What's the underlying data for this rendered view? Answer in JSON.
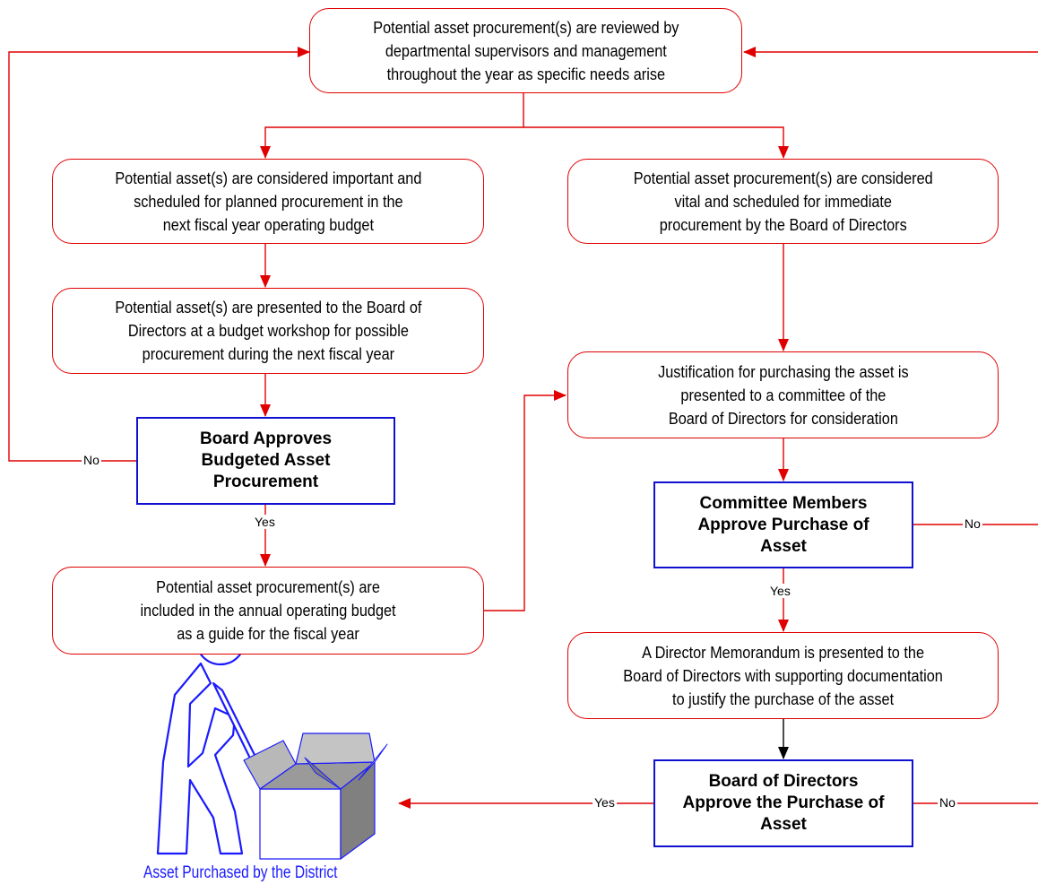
{
  "nodes": {
    "review": "Potential asset procurement(s) are reviewed by\ndepartmental supervisors and management\nthroughout the year as specific needs arise",
    "planned": "Potential asset(s) are considered important and\nscheduled for planned procurement in the\nnext fiscal year operating budget",
    "vital": "Potential asset procurement(s) are considered\nvital and scheduled for immediate\nprocurement by the Board of Directors",
    "workshop": "Potential asset(s) are presented to the Board of\nDirectors at a budget workshop for possible\nprocurement during the next fiscal year",
    "justification": "Justification for purchasing the asset is\npresented to a committee of the\nBoard of Directors for consideration",
    "board_budget_decision": "Board Approves\nBudgeted Asset\nProcurement",
    "committee_decision": "Committee Members\nApprove Purchase of\nAsset",
    "included_budget": "Potential asset procurement(s) are\nincluded in the annual operating budget\nas a guide for the fiscal year",
    "memorandum": "A Director Memorandum is presented to the\nBoard of Directors with supporting documentation\nto justify the purchase of the asset",
    "board_purchase_decision": "Board of Directors\nApprove the Purchase of\nAsset"
  },
  "edge_labels": {
    "no": "No",
    "yes": "Yes"
  },
  "illustration": {
    "icon": "person-carrying-box-icon",
    "caption": "Asset Purchased by the District"
  },
  "colors": {
    "process_border": "#e00000",
    "decision_border": "#1010d0",
    "connector": "#e00000",
    "final_arrow": "#000000",
    "illustration": "#1a1aff"
  }
}
